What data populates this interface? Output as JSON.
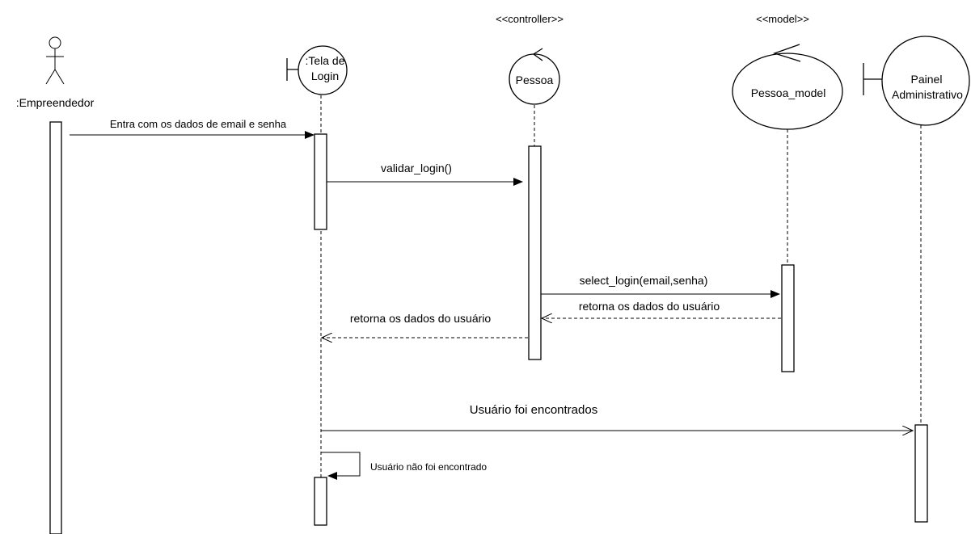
{
  "participants": {
    "actor": {
      "name": ":Empreendedor"
    },
    "login_screen": {
      "name_line1": ":Tela de",
      "name_line2": "Login"
    },
    "controller": {
      "stereotype": "<<controller>>",
      "name": "Pessoa"
    },
    "model": {
      "stereotype": "<<model>>",
      "name": "Pessoa_model"
    },
    "panel": {
      "name_line1": "Painel",
      "name_line2": "Administrativo"
    }
  },
  "messages": {
    "m1": "Entra com os dados de email e senha",
    "m2": "validar_login()",
    "m3": "select_login(email,senha)",
    "m4": "retorna os dados do usuário",
    "m5": "retorna os dados do usuário",
    "m6": "Usuário foi encontrados",
    "m7": "Usuário não foi encontrado"
  }
}
